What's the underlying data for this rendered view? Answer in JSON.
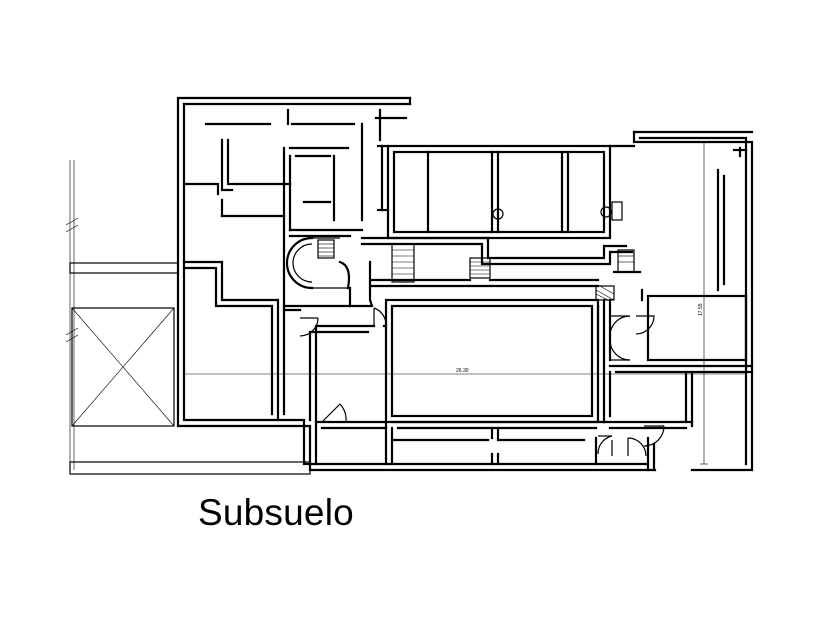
{
  "plan": {
    "caption": "Subsuelo",
    "dimensions": {
      "width_label": "26.30",
      "height_label": "17.55"
    }
  }
}
